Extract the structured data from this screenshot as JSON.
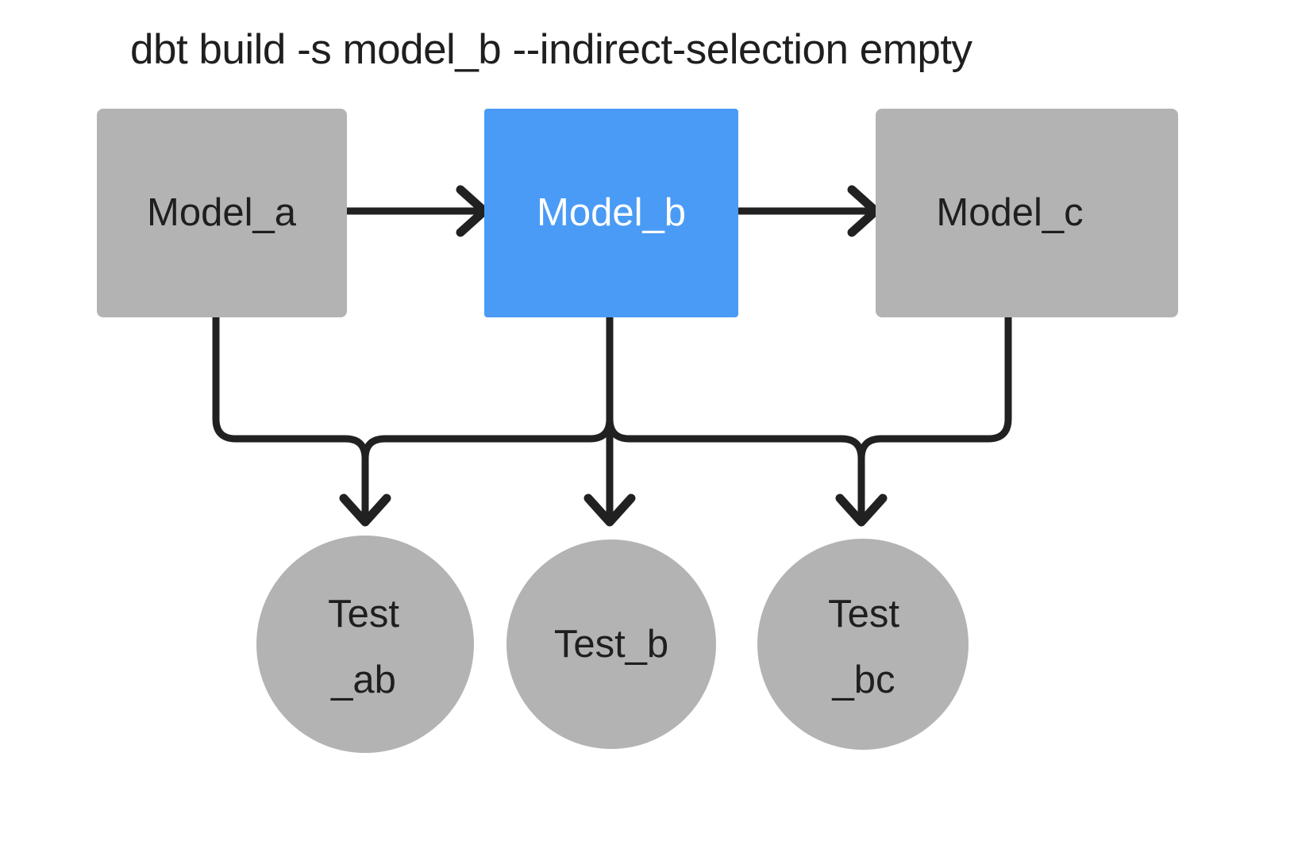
{
  "title": "dbt build -s model_b --indirect-selection empty",
  "colors": {
    "background": "#ffffff",
    "node_gray": "#b3b3b3",
    "node_selected_blue": "#4a9bf5",
    "edge_stroke": "#212121",
    "text_dark": "#1f1f1f",
    "text_light": "#ffffff"
  },
  "models": [
    {
      "id": "model_a",
      "label": "Model_a",
      "shape": "rectangle",
      "state": "unselected",
      "fill": "#b3b3b3",
      "text_color": "#1f1f1f"
    },
    {
      "id": "model_b",
      "label": "Model_b",
      "shape": "rectangle",
      "state": "selected",
      "fill": "#4a9bf5",
      "text_color": "#ffffff"
    },
    {
      "id": "model_c",
      "label": "Model_c",
      "shape": "rectangle",
      "state": "unselected",
      "fill": "#b3b3b3",
      "text_color": "#1f1f1f"
    }
  ],
  "tests": [
    {
      "id": "test_ab",
      "label_line1": "Test",
      "label_line2": "_ab",
      "shape": "circle",
      "state": "unselected",
      "fill": "#b3b3b3",
      "text_color": "#1f1f1f"
    },
    {
      "id": "test_b",
      "label_line1": "Test_b",
      "label_line2": "",
      "shape": "circle",
      "state": "unselected",
      "fill": "#b3b3b3",
      "text_color": "#1f1f1f"
    },
    {
      "id": "test_bc",
      "label_line1": "Test",
      "label_line2": "_bc",
      "shape": "circle",
      "state": "unselected",
      "fill": "#b3b3b3",
      "text_color": "#1f1f1f"
    }
  ],
  "edges": [
    {
      "id": "a-to-b",
      "from": "model_a",
      "to": "model_b",
      "style": "straight-arrow"
    },
    {
      "id": "b-to-c",
      "from": "model_b",
      "to": "model_c",
      "style": "straight-arrow"
    },
    {
      "id": "a-to-test_ab",
      "from": "model_a",
      "to": "test_ab",
      "style": "orthogonal-arrow"
    },
    {
      "id": "b-to-test_ab",
      "from": "model_b",
      "to": "test_ab",
      "style": "orthogonal-arrow"
    },
    {
      "id": "b-to-test_b",
      "from": "model_b",
      "to": "test_b",
      "style": "straight-arrow"
    },
    {
      "id": "b-to-test_bc",
      "from": "model_b",
      "to": "test_bc",
      "style": "orthogonal-arrow"
    },
    {
      "id": "c-to-test_bc",
      "from": "model_c",
      "to": "test_bc",
      "style": "orthogonal-arrow"
    }
  ]
}
